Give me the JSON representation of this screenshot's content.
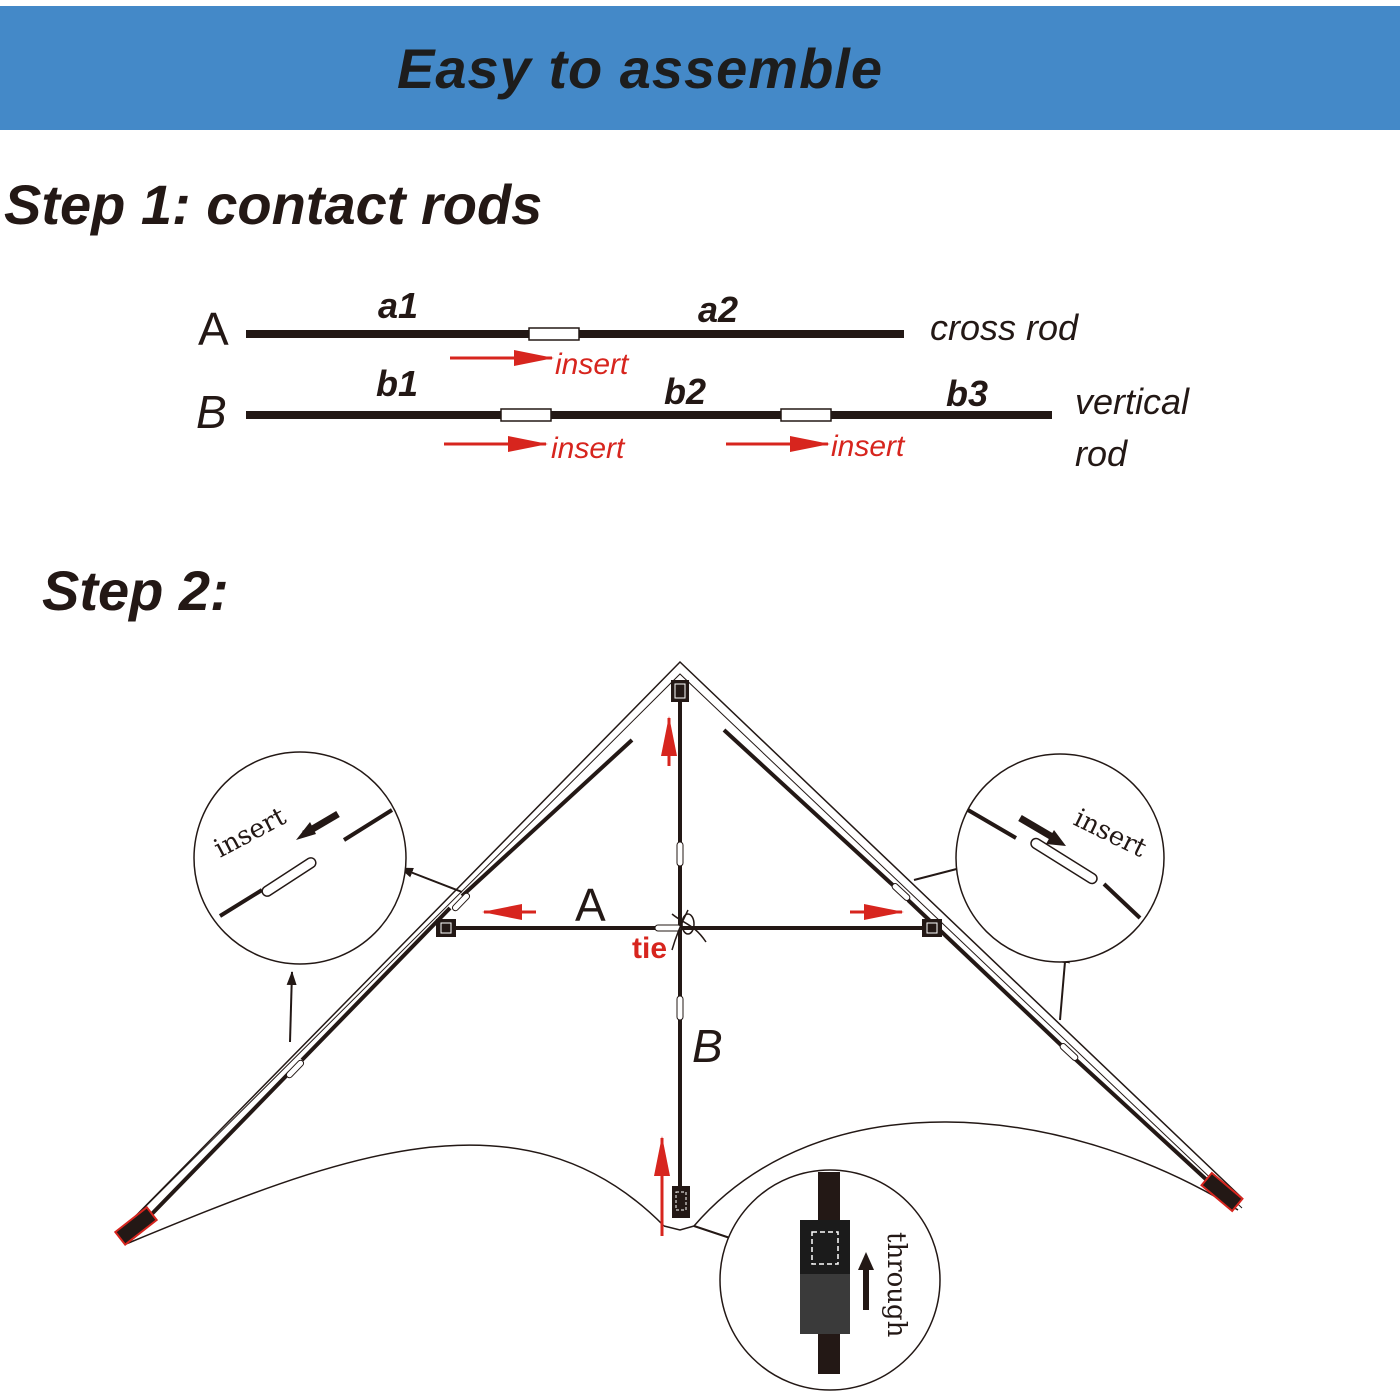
{
  "header": {
    "title": "Easy to assemble"
  },
  "step1": {
    "title": "Step 1: contact rods",
    "rod_a": {
      "letter": "A",
      "segments": [
        "a1",
        "a2"
      ],
      "name": "cross rod",
      "insert_label": "insert"
    },
    "rod_b": {
      "letter": "B",
      "segments": [
        "b1",
        "b2",
        "b3"
      ],
      "name_line1": "vertical",
      "name_line2": "rod",
      "insert_label": "insert"
    }
  },
  "step2": {
    "title": "Step 2:",
    "label_a": "A",
    "label_b": "B",
    "tie_label": "tie",
    "left_detail_label": "insert",
    "right_detail_label": "insert",
    "bottom_detail_label": "through"
  },
  "colors": {
    "banner": "#4489c8",
    "arrow_red": "#d7251e",
    "ink": "#231815"
  }
}
